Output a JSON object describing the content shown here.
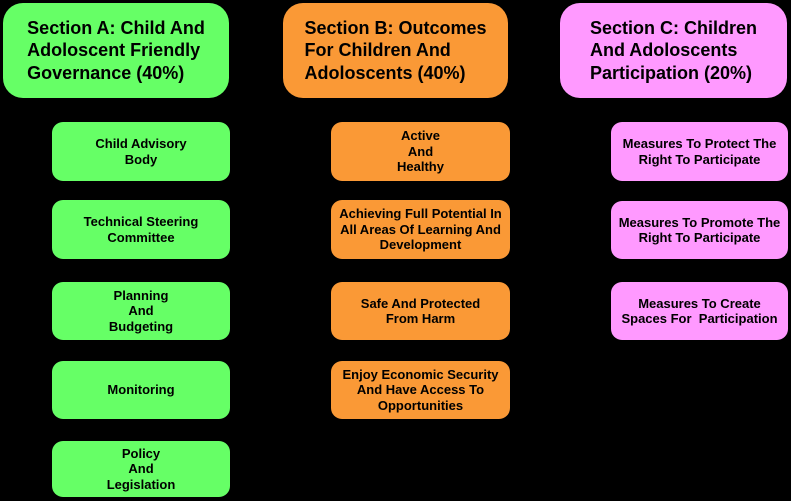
{
  "background_color": "#000000",
  "text_color": "#000000",
  "sections": [
    {
      "id": "A",
      "color": "#66FF66",
      "header": "Section A: Child And\nAdoloscent Friendly\nGovernance (40%)",
      "items": [
        "Child Advisory\nBody",
        "Technical Steering\nCommittee",
        "Planning\nAnd\nBudgeting",
        "Monitoring",
        "Policy\nAnd\nLegislation"
      ]
    },
    {
      "id": "B",
      "color": "#FA9936",
      "header": "Section B: Outcomes\nFor Children And\nAdoloscents (40%)",
      "items": [
        "Active\nAnd\nHealthy",
        "Achieving Full Potential In\nAll Areas Of Learning And\nDevelopment",
        "Safe And Protected\nFrom Harm",
        "Enjoy Economic Security\nAnd Have Access To\nOpportunities"
      ]
    },
    {
      "id": "C",
      "color": "#FF99FF",
      "header": "Section C: Children\nAnd Adoloscents\nParticipation (20%)",
      "items": [
        "Measures To Protect The\nRight To Participate",
        "Measures To Promote The\nRight To Participate",
        "Measures To Create\nSpaces For  Participation"
      ]
    }
  ]
}
